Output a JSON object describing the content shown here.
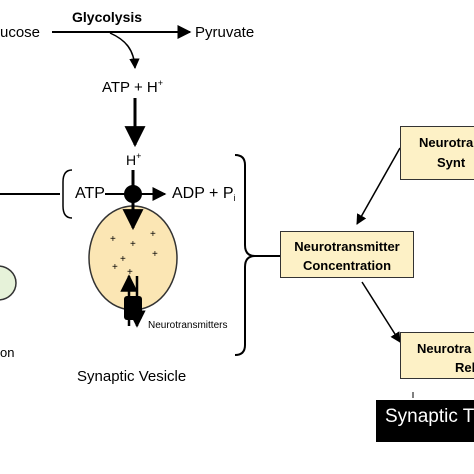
{
  "labels": {
    "glycolysis": "Glycolysis",
    "glucose": "ucose",
    "pyruvate": "Pyruvate",
    "atp_h": "ATP + H",
    "plus": "+",
    "h": "H",
    "atp": "ATP",
    "adp": "ADP + P",
    "sub_i": "i",
    "neurotransmitters": "Neurotransmitters",
    "synaptic_vesicle": "Synaptic Vesicle",
    "left_cut": "on"
  },
  "boxes": {
    "synthesis": {
      "line1": "Neurotra",
      "line2": "Synt"
    },
    "concentration": {
      "line1": "Neurotransmitter",
      "line2": "Concentration"
    },
    "release": {
      "line1": "Neurotra",
      "line2": "Rele"
    }
  },
  "banner": "Synaptic Tr",
  "vesicle_marks": "+",
  "colors": {
    "box_fill": "#fdf1c6",
    "vesicle_fill": "#fbe6b4",
    "left_shape_fill": "#e6f2d9",
    "banner_fill": "#000000"
  }
}
